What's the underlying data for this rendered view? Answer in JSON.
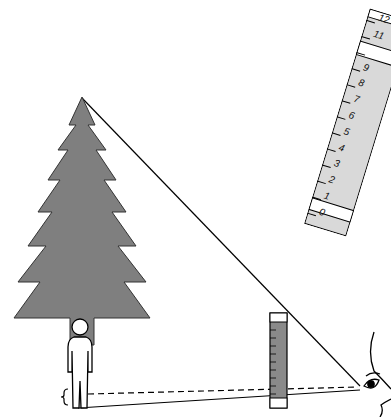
{
  "diagram": {
    "labels": [
      "12",
      "11",
      "9",
      "8",
      "7",
      "6",
      "5",
      "4",
      "3",
      "2",
      "1",
      "0"
    ]
  }
}
